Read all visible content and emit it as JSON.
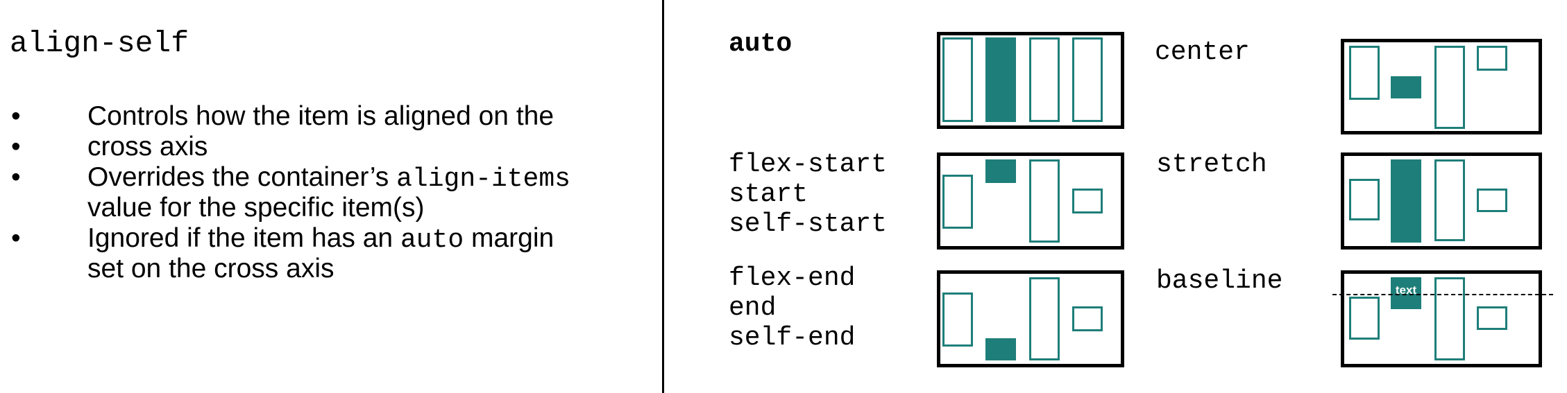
{
  "title": "align-self",
  "bullets": [
    {
      "dot": "•",
      "before": "Controls how the item is aligned on the",
      "code": "",
      "after": ""
    },
    {
      "dot": "•",
      "before": "cross axis",
      "code": "",
      "after": ""
    },
    {
      "dot": "•",
      "before": "Overrides the container’s ",
      "code": "align-items",
      "after": ""
    },
    {
      "dot": "",
      "before": "value for the specific item(s)",
      "code": "",
      "after": ""
    },
    {
      "dot": "•",
      "before": "Ignored if the item has an ",
      "code": "auto",
      "after": " margin"
    },
    {
      "dot": "",
      "before": "set on the cross axis",
      "code": "",
      "after": ""
    }
  ],
  "labels": {
    "auto": "auto",
    "center": "center",
    "flex_start": "flex-start\nstart\nself-start",
    "stretch": "stretch",
    "flex_end": "flex-end\nend\nself-end",
    "baseline": "baseline"
  },
  "baseline_item_text": "text",
  "colors": {
    "accent": "#1e7e79",
    "border": "#000000"
  }
}
